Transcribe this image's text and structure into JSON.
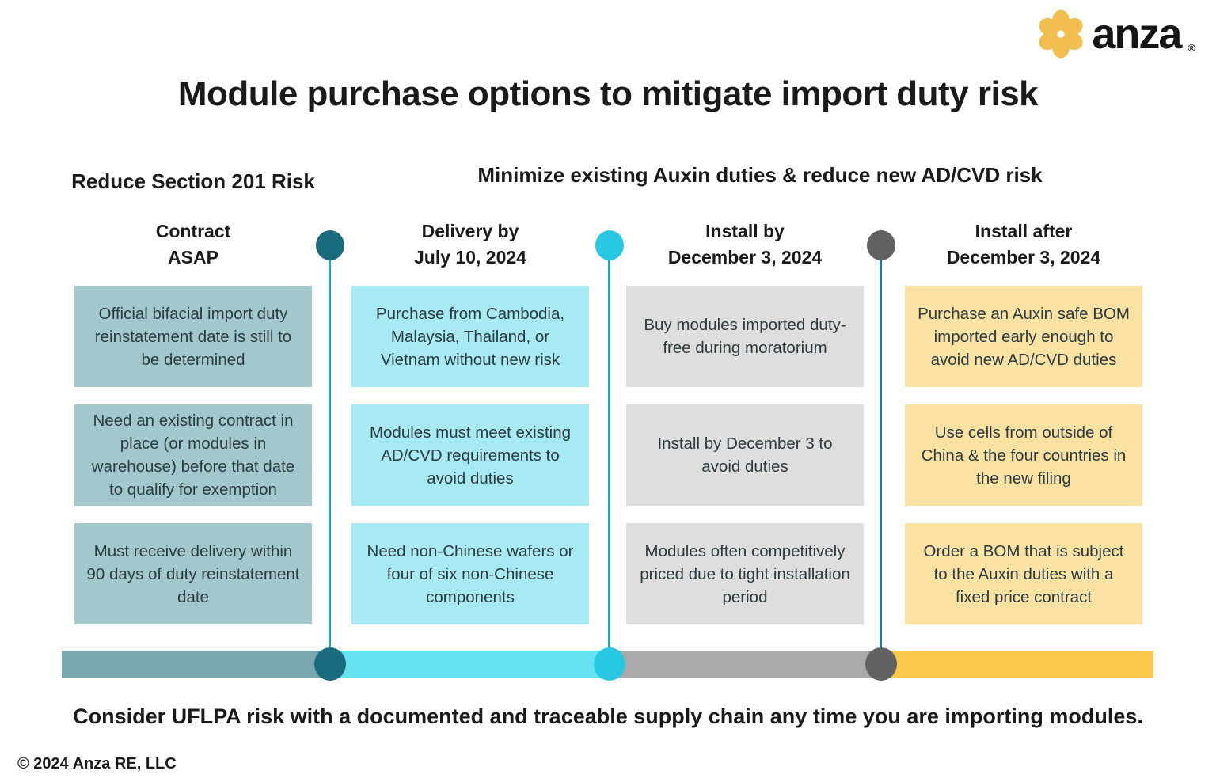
{
  "brand": {
    "logo_text": "anza",
    "trademark": "®",
    "flower_color": "#F2BE4F"
  },
  "title": "Module purchase options to mitigate import duty risk",
  "section_headers": {
    "left": "Reduce Section 201 Risk",
    "right": "Minimize existing Auxin duties & reduce new AD/CVD risk"
  },
  "columns": [
    {
      "header": [
        "Contract",
        "ASAP"
      ],
      "colors": {
        "box": "#A2C8CE",
        "bar": "#7AA6AE"
      },
      "boxes": [
        "Official bifacial import duty reinstatement date is still to be determined",
        "Need an existing contract in place (or modules in warehouse) before that date to qualify for exemption",
        "Must receive delivery within 90 days of duty reinstatement date"
      ]
    },
    {
      "header": [
        "Delivery by",
        "July 10, 2024"
      ],
      "colors": {
        "box": "#A8EAF3",
        "bar": "#66E2F0"
      },
      "boxes": [
        "Purchase from Cambodia, Malaysia, Thailand, or Vietnam without new risk",
        "Modules must meet existing AD/CVD requirements to avoid duties",
        "Need non-Chinese wafers or four of six non-Chinese components"
      ]
    },
    {
      "header": [
        "Install by",
        "December 3, 2024"
      ],
      "colors": {
        "box": "#DEDEDE",
        "bar": "#AAAAAA"
      },
      "boxes": [
        "Buy modules imported duty-free during moratorium",
        "Install by December 3 to avoid duties",
        "Modules often competitively priced due to tight installation period"
      ]
    },
    {
      "header": [
        "Install after",
        "December 3, 2024"
      ],
      "colors": {
        "box": "#FBE2A2",
        "bar": "#FBC84B"
      },
      "boxes": [
        "Purchase an Auxin safe BOM imported early enough to avoid new AD/CVD duties",
        "Use cells from outside of China & the four countries in the new filing",
        "Order a BOM that is subject to the Auxin duties with a fixed price contract"
      ]
    }
  ],
  "dividers": [
    {
      "dot_color": "#1A6B7D",
      "line_color": "#2DA2B2"
    },
    {
      "dot_color": "#29C8E2",
      "line_color": "#2DA2B2"
    },
    {
      "dot_color": "#616161",
      "line_color": "#1E7D9C"
    }
  ],
  "footer": {
    "note": "Consider UFLPA risk with a documented and traceable supply chain any time you are importing modules.",
    "copyright": "© 2024 Anza RE, LLC"
  }
}
